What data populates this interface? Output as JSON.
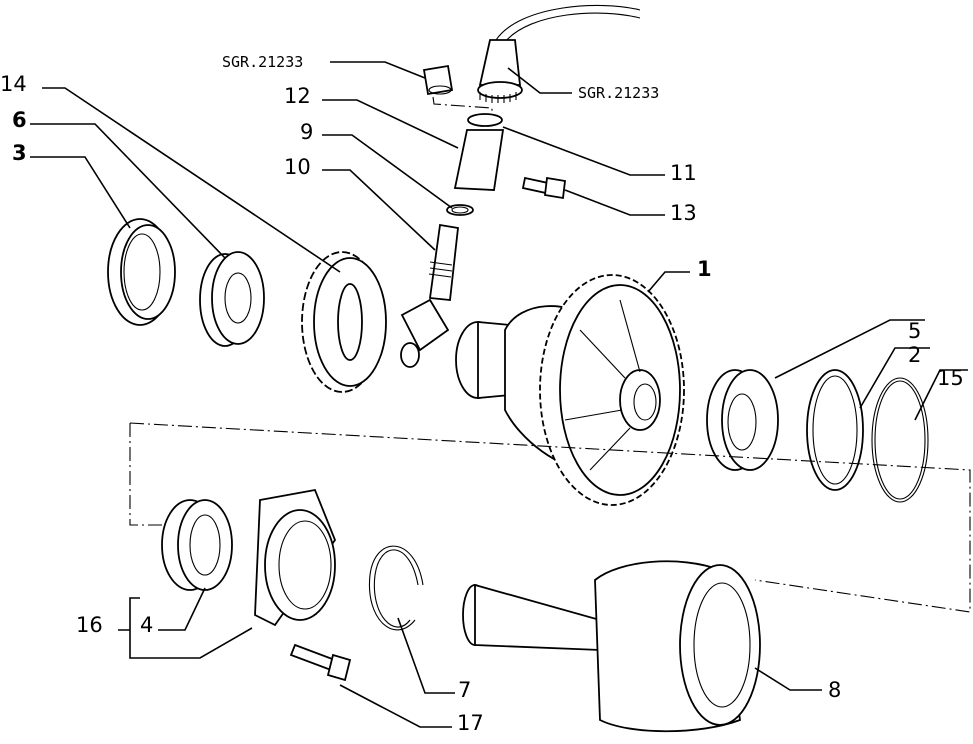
{
  "diagram": {
    "references": {
      "tool_left": "SGR.21233",
      "tool_right": "SGR.21233"
    },
    "labels": {
      "p1": "1",
      "p2": "2",
      "p3": "3",
      "p4": "4",
      "p5": "5",
      "p6": "6",
      "p7": "7",
      "p8": "8",
      "p9": "9",
      "p10": "10",
      "p11": "11",
      "p12": "12",
      "p13": "13",
      "p14": "14",
      "p15": "15",
      "p16": "16",
      "p17": "17"
    },
    "line_color": "#000000",
    "background": "#ffffff"
  }
}
